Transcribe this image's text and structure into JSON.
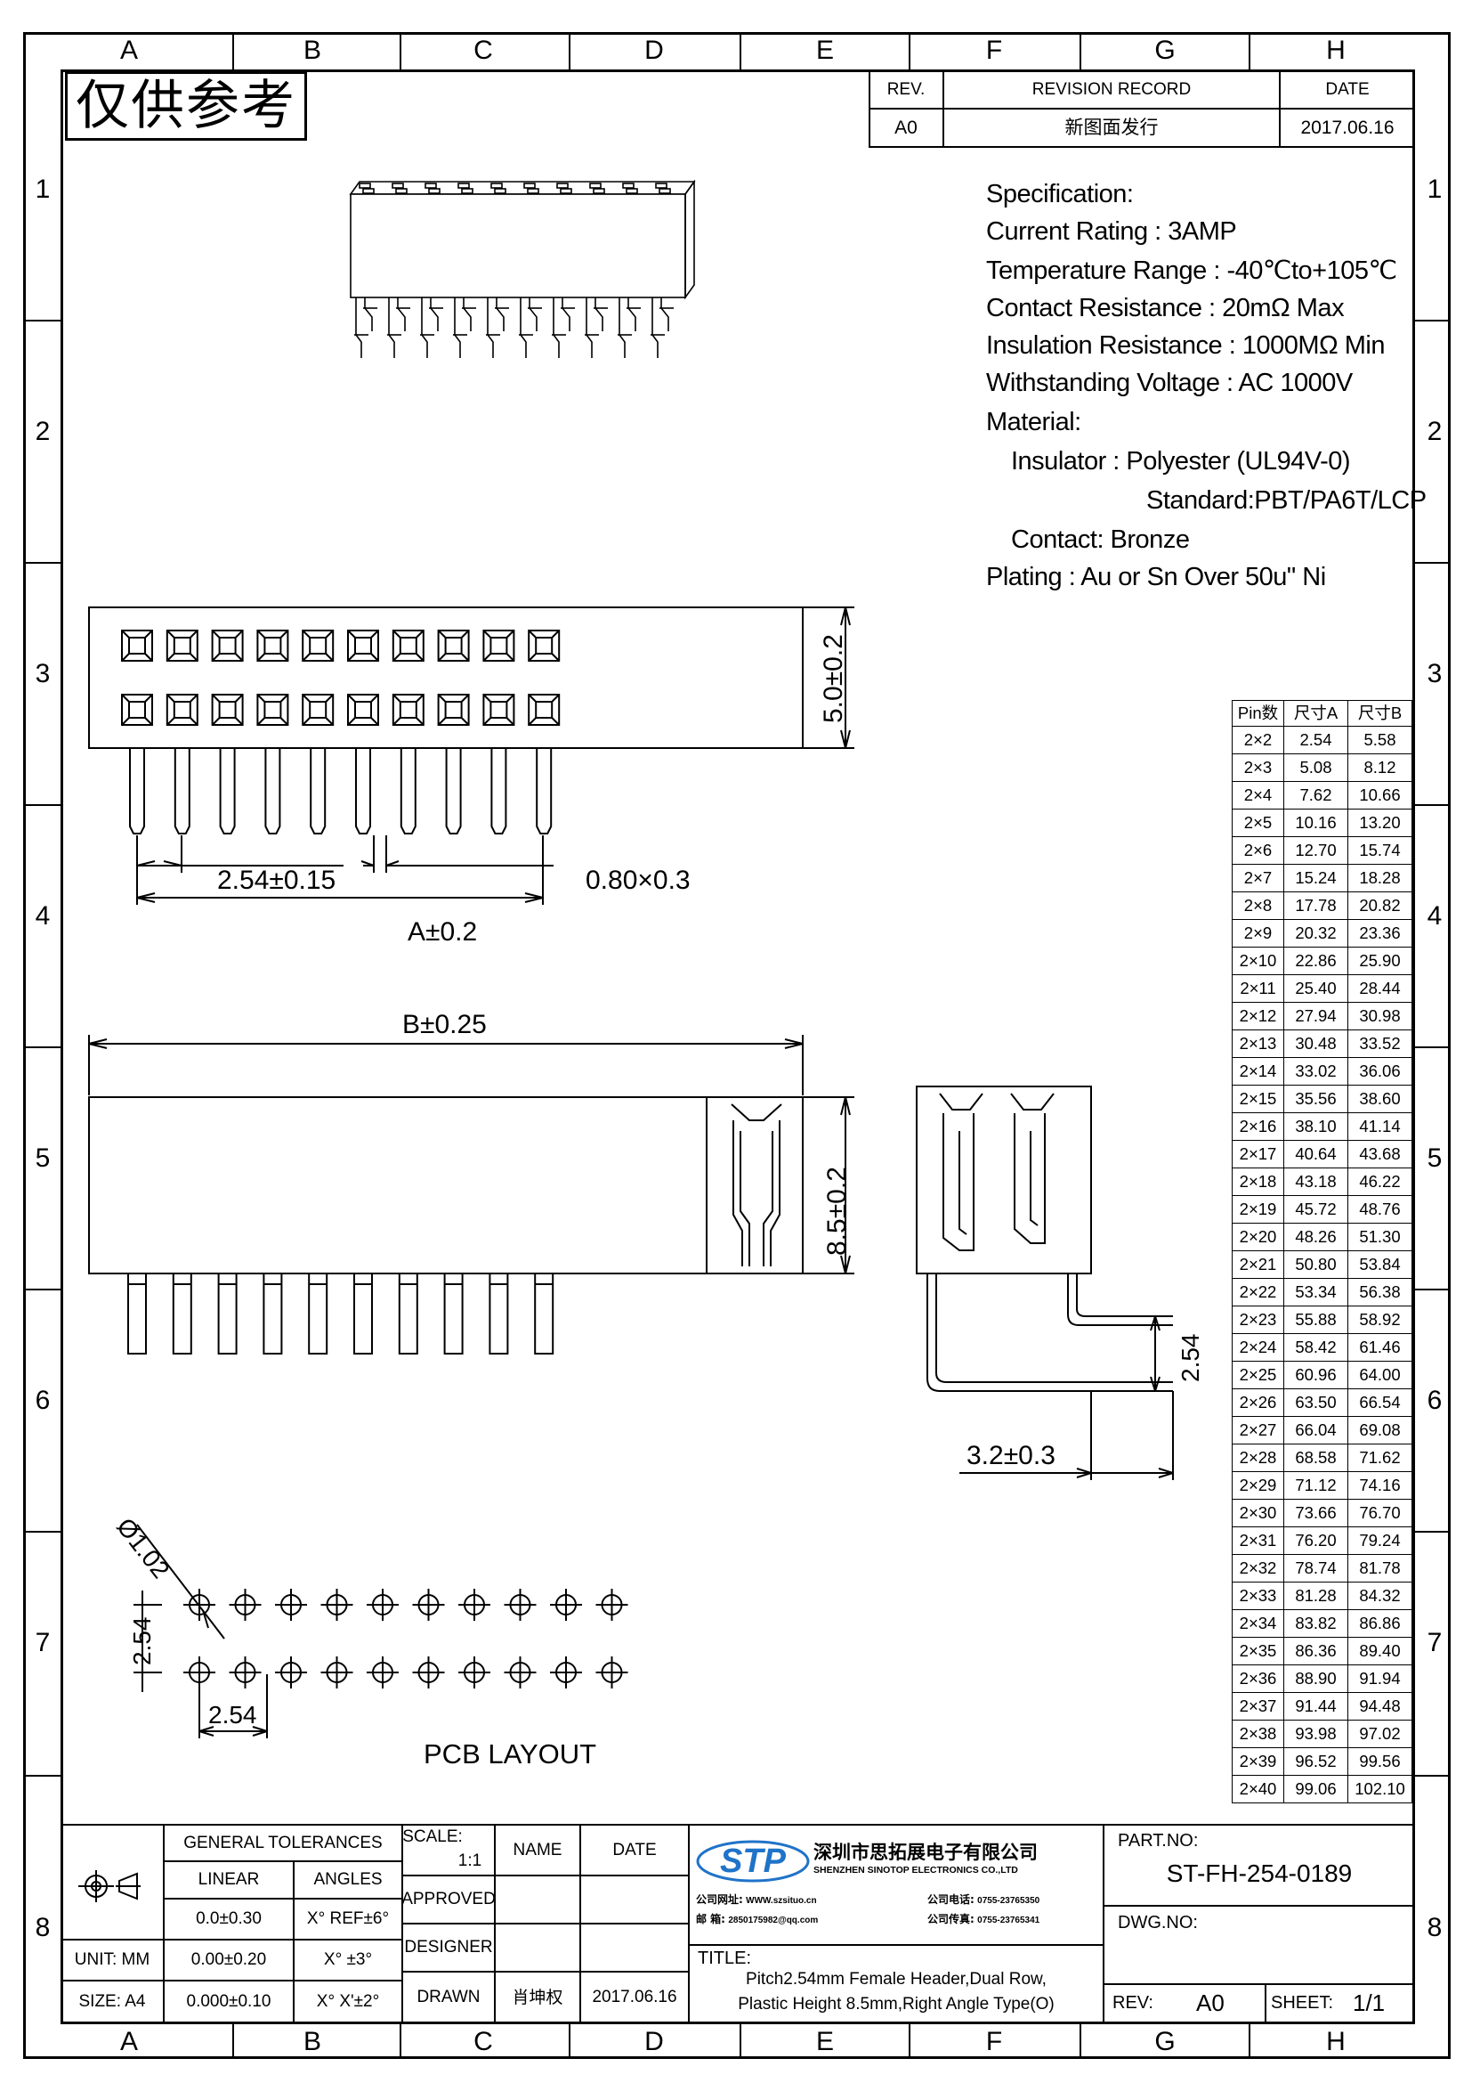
{
  "zones": {
    "columns": [
      "A",
      "B",
      "C",
      "D",
      "E",
      "F",
      "G",
      "H"
    ],
    "rows": [
      "1",
      "2",
      "3",
      "4",
      "5",
      "6",
      "7",
      "8"
    ]
  },
  "stamp": "仅供参考",
  "revision": {
    "rev_header": "REV.",
    "record_header": "REVISION RECORD",
    "date_header": "DATE",
    "rev": "A0",
    "record": "新图面发行",
    "date": "2017.06.16"
  },
  "specification": {
    "title": "Specification:",
    "current_rating": "Current Rating : 3AMP",
    "temperature_range": "Temperature Range : -40℃to+105℃",
    "contact_resistance": "Contact Resistance : 20mΩ Max",
    "insulation_resistance": "Insulation Resistance : 1000MΩ Min",
    "withstanding_voltage": "Withstanding Voltage : AC 1000V",
    "material": "Material:",
    "insulator": "Insulator : Polyester (UL94V-0)",
    "standard": "Standard:PBT/PA6T/LCP",
    "contact": "Contact: Bronze",
    "plating": "Plating : Au or Sn Over 50u\" Ni"
  },
  "dimensions": {
    "pitch": "2.54±0.15",
    "pin_size": "0.80×0.3",
    "a_dim": "A±0.2",
    "b_dim": "B±0.25",
    "width": "5.0±0.2",
    "height": "8.5±0.2",
    "side_pitch": "2.54",
    "tail": "3.2±0.3",
    "hole_dia": "Ø1.02",
    "pcb_pitch_v": "2.54",
    "pcb_pitch_h": "2.54",
    "pcb_label": "PCB LAYOUT"
  },
  "pin_table": {
    "headers": [
      "Pin数",
      "尺寸A",
      "尺寸B"
    ],
    "rows": [
      [
        "2×2",
        "2.54",
        "5.58"
      ],
      [
        "2×3",
        "5.08",
        "8.12"
      ],
      [
        "2×4",
        "7.62",
        "10.66"
      ],
      [
        "2×5",
        "10.16",
        "13.20"
      ],
      [
        "2×6",
        "12.70",
        "15.74"
      ],
      [
        "2×7",
        "15.24",
        "18.28"
      ],
      [
        "2×8",
        "17.78",
        "20.82"
      ],
      [
        "2×9",
        "20.32",
        "23.36"
      ],
      [
        "2×10",
        "22.86",
        "25.90"
      ],
      [
        "2×11",
        "25.40",
        "28.44"
      ],
      [
        "2×12",
        "27.94",
        "30.98"
      ],
      [
        "2×13",
        "30.48",
        "33.52"
      ],
      [
        "2×14",
        "33.02",
        "36.06"
      ],
      [
        "2×15",
        "35.56",
        "38.60"
      ],
      [
        "2×16",
        "38.10",
        "41.14"
      ],
      [
        "2×17",
        "40.64",
        "43.68"
      ],
      [
        "2×18",
        "43.18",
        "46.22"
      ],
      [
        "2×19",
        "45.72",
        "48.76"
      ],
      [
        "2×20",
        "48.26",
        "51.30"
      ],
      [
        "2×21",
        "50.80",
        "53.84"
      ],
      [
        "2×22",
        "53.34",
        "56.38"
      ],
      [
        "2×23",
        "55.88",
        "58.92"
      ],
      [
        "2×24",
        "58.42",
        "61.46"
      ],
      [
        "2×25",
        "60.96",
        "64.00"
      ],
      [
        "2×26",
        "63.50",
        "66.54"
      ],
      [
        "2×27",
        "66.04",
        "69.08"
      ],
      [
        "2×28",
        "68.58",
        "71.62"
      ],
      [
        "2×29",
        "71.12",
        "74.16"
      ],
      [
        "2×30",
        "73.66",
        "76.70"
      ],
      [
        "2×31",
        "76.20",
        "79.24"
      ],
      [
        "2×32",
        "78.74",
        "81.78"
      ],
      [
        "2×33",
        "81.28",
        "84.32"
      ],
      [
        "2×34",
        "83.82",
        "86.86"
      ],
      [
        "2×35",
        "86.36",
        "89.40"
      ],
      [
        "2×36",
        "88.90",
        "91.94"
      ],
      [
        "2×37",
        "91.44",
        "94.48"
      ],
      [
        "2×38",
        "93.98",
        "97.02"
      ],
      [
        "2×39",
        "96.52",
        "99.56"
      ],
      [
        "2×40",
        "99.06",
        "102.10"
      ]
    ]
  },
  "title_block": {
    "general_tolerances": "GENERAL TOLERANCES",
    "linear": "LINEAR",
    "angles": "ANGLES",
    "lin1": "0.0±0.30",
    "ang1": "X° REF±6°",
    "unit": "UNIT: MM",
    "lin2": "0.00±0.20",
    "ang2": "X° ±3°",
    "size": "SIZE: A4",
    "lin3": "0.000±0.10",
    "ang3": "X° X'±2°",
    "scale_label": "SCALE:",
    "scale_value": "1:1",
    "name": "NAME",
    "date": "DATE",
    "approved": "APPROVED",
    "designer": "DESIGNER",
    "drawn": "DRAWN",
    "drawn_name": "肖坤权",
    "drawn_date": "2017.06.16",
    "company_cn": "深圳市思拓展电子有限公司",
    "company_en": "SHENZHEN SINOTOP ELECTRONICS CO.,LTD",
    "web_label": "公司网址:",
    "web": "WWW.szsituo.cn",
    "mail_label": "邮 箱:",
    "mail": "2850175982@qq.com",
    "tel_label": "公司电话:",
    "tel": "0755-23765350",
    "fax_label": "公司传真:",
    "fax": "0755-23765341",
    "logo_text": "STP",
    "title_label": "TITLE:",
    "title_line1": "Pitch2.54mm Female Header,Dual Row,",
    "title_line2": "Plastic Height 8.5mm,Right Angle Type(O)",
    "part_no_label": "PART.NO:",
    "part_no": "ST-FH-254-0189",
    "dwg_no_label": "DWG.NO:",
    "rev_label": "REV:",
    "rev_value": "A0",
    "sheet_label": "SHEET:",
    "sheet_value": "1/1"
  }
}
